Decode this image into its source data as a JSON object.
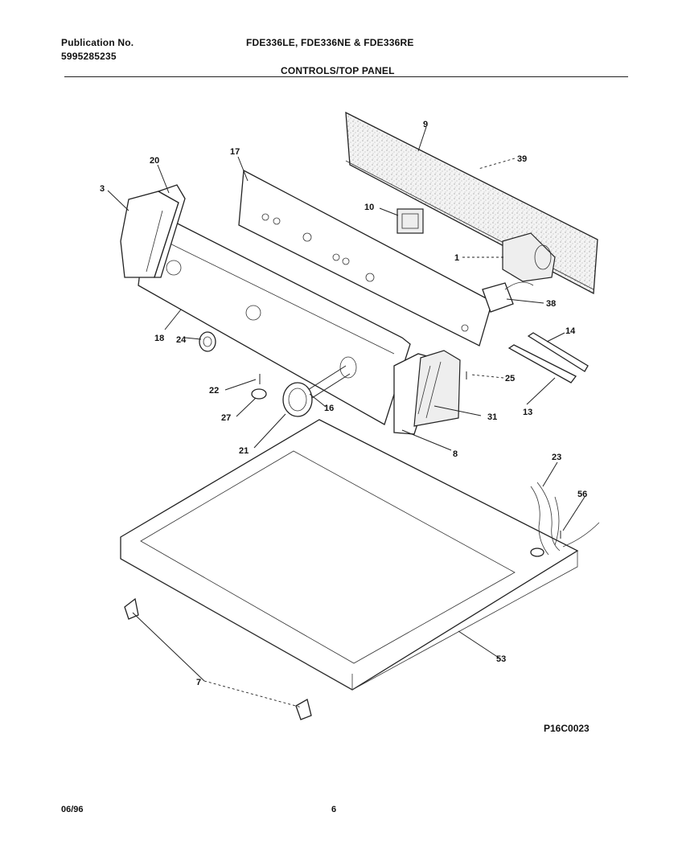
{
  "header": {
    "publication_label": "Publication No.",
    "publication_number": "5995285235",
    "models": "FDE336LE, FDE336NE & FDE336RE",
    "section_title": "CONTROLS/TOP PANEL"
  },
  "callouts": [
    "9",
    "39",
    "20",
    "17",
    "3",
    "10",
    "1",
    "38",
    "14",
    "18",
    "24",
    "22",
    "16",
    "25",
    "13",
    "27",
    "31",
    "21",
    "8",
    "23",
    "56",
    "53",
    "7"
  ],
  "diagram_id": "P16C0023",
  "footer": {
    "date": "06/96",
    "page": "6"
  }
}
